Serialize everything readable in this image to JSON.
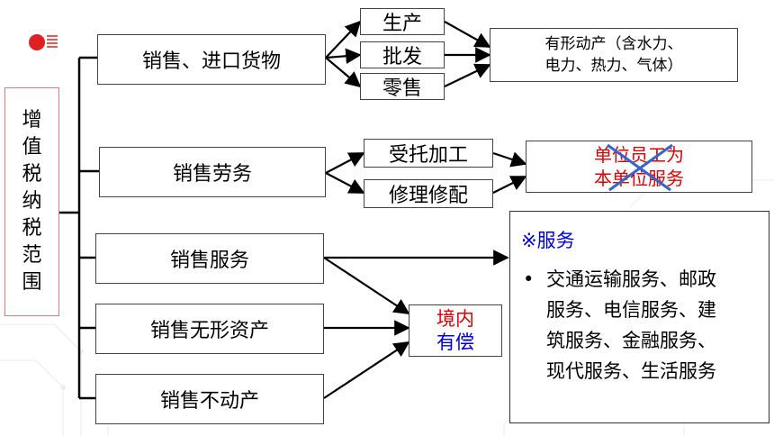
{
  "root": {
    "chars": [
      "增",
      "值",
      "税",
      "纳",
      "税",
      "范",
      "围"
    ]
  },
  "categories": {
    "goods": "销售、进口货物",
    "labor": "销售劳务",
    "services": "销售服务",
    "intangible": "销售无形资产",
    "realestate": "销售不动产"
  },
  "goods_subs": [
    "生产",
    "批发",
    "零售"
  ],
  "labor_subs": [
    "受托加工",
    "修理修配"
  ],
  "goods_target": {
    "line1": "有形动产（含水力、",
    "line2": "电力、热力、气体）"
  },
  "excluded": {
    "line1": "单位员工为",
    "line2": "本单位服务"
  },
  "domestic": {
    "line1": "境内",
    "line2": "有偿"
  },
  "services_box": {
    "title": "※服务",
    "bullet": "•",
    "text_lines": [
      "交通运输服务、邮政",
      "服务、电信服务、建",
      "筑服务、金融服务、",
      "现代服务、生活服务"
    ]
  },
  "colors": {
    "accent_red": "#e00000",
    "accent_blue": "#0000dd",
    "cross": "#3366cc"
  }
}
